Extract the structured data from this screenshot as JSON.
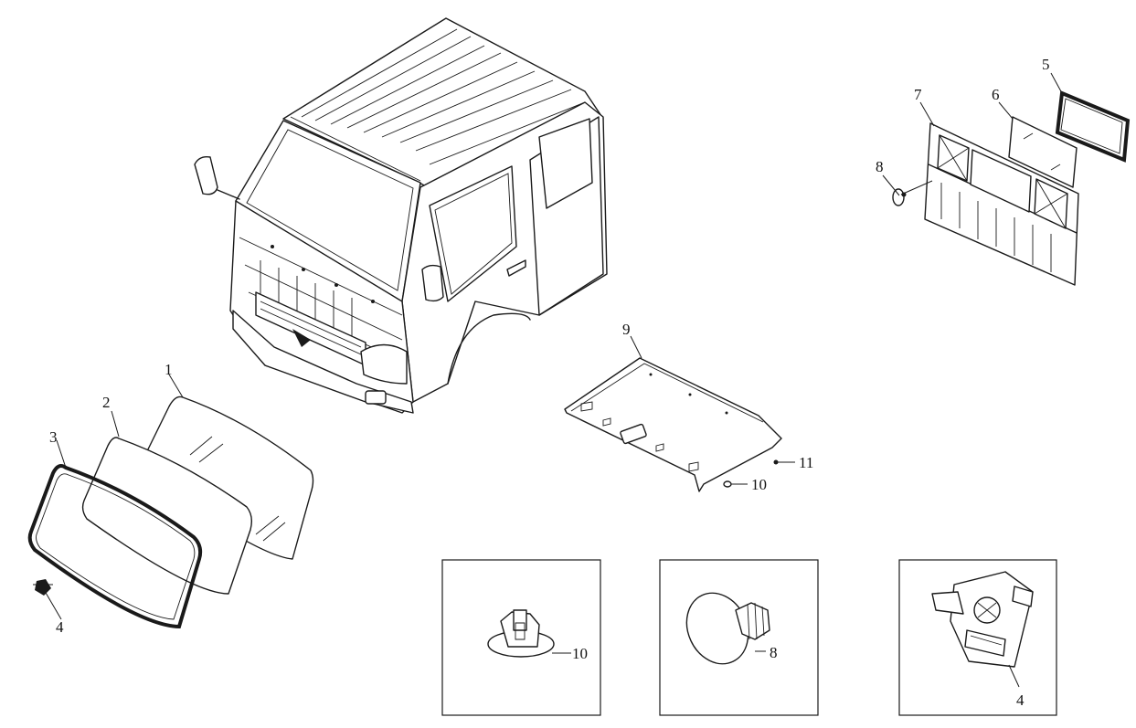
{
  "callouts": {
    "c1": "1",
    "c2": "2",
    "c3": "3",
    "c4_main": "4",
    "c5": "5",
    "c6": "6",
    "c7": "7",
    "c8_main": "8",
    "c9": "9",
    "c10_main": "10",
    "c11": "11",
    "c10_detail": "10",
    "c8_detail": "8",
    "c4_detail": "4"
  }
}
